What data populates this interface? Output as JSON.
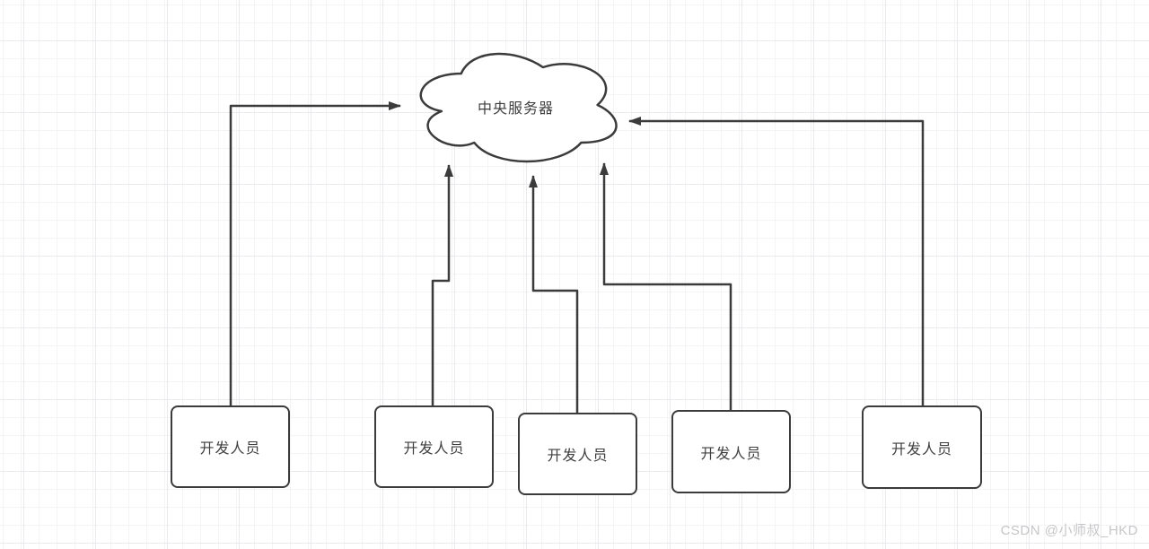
{
  "diagram": {
    "server": {
      "label": "中央服务器",
      "shape": "cloud"
    },
    "developers": [
      {
        "label": "开发人员"
      },
      {
        "label": "开发人员"
      },
      {
        "label": "开发人员"
      },
      {
        "label": "开发人员"
      },
      {
        "label": "开发人员"
      }
    ],
    "edges": [
      {
        "from": "developer-1",
        "to": "central-server",
        "direction": "into-cloud-left"
      },
      {
        "from": "developer-2",
        "to": "central-server",
        "direction": "into-cloud-bottom"
      },
      {
        "from": "developer-3",
        "to": "central-server",
        "direction": "into-cloud-bottom"
      },
      {
        "from": "developer-4",
        "to": "central-server",
        "direction": "into-cloud-bottom"
      },
      {
        "from": "developer-5",
        "to": "central-server",
        "direction": "into-cloud-right"
      }
    ]
  },
  "watermark": "CSDN @小师叔_HKD",
  "colors": {
    "stroke": "#3b3b3b",
    "node_fill": "#ffffff",
    "text": "#3f3f3f",
    "grid_minor": "#f4f4f7",
    "grid_major": "#eaeaee",
    "watermark": "#c6c6c8",
    "background": "#ffffff"
  }
}
